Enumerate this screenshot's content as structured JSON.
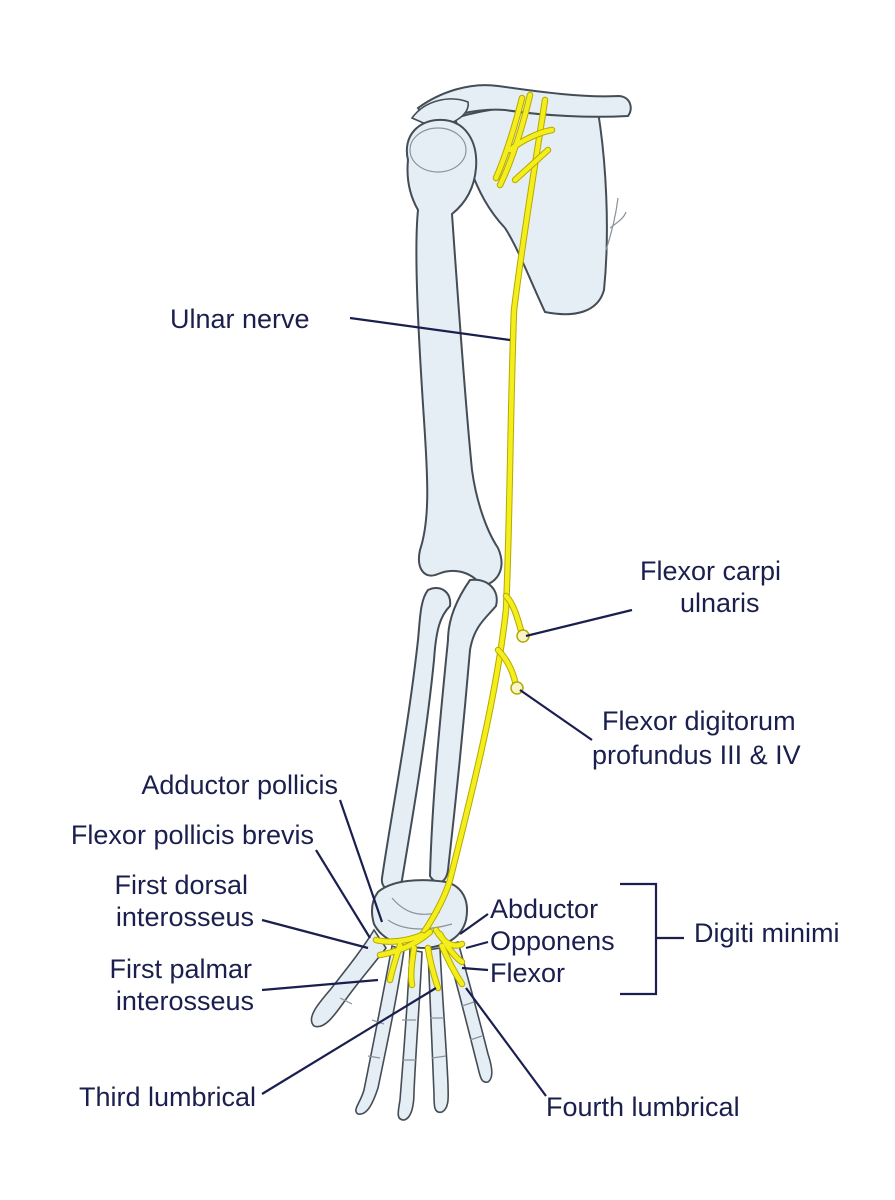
{
  "colors": {
    "nerve": "#f4ef1c",
    "bone_fill": "#e6eef5",
    "bone_outline": "#444c55",
    "label_text": "#1a1f4e"
  },
  "labels": {
    "ulnar_nerve": "Ulnar nerve",
    "flexor_carpi_line1": "Flexor carpi",
    "flexor_carpi_line2": "ulnaris",
    "flexor_digitorum_line1": "Flexor digitorum",
    "flexor_digitorum_line2": "profundus III & IV",
    "adductor_pollicis": "Adductor pollicis",
    "flexor_pollicis_brevis": "Flexor pollicis brevis",
    "first_dorsal_line1": "First dorsal",
    "first_dorsal_line2": "interosseus",
    "first_palmar_line1": "First palmar",
    "first_palmar_line2": "interosseus",
    "third_lumbrical": "Third lumbrical",
    "fourth_lumbrical": "Fourth lumbrical",
    "abductor": "Abductor",
    "opponens": "Opponens",
    "flexor": "Flexor",
    "digiti_minimi": "Digiti minimi"
  }
}
